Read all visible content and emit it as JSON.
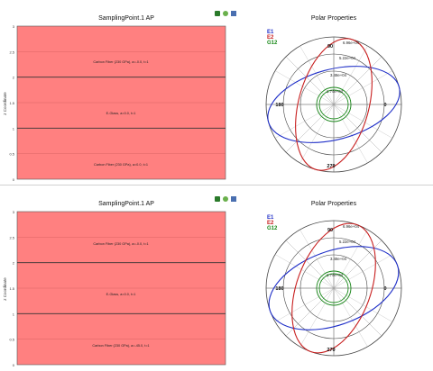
{
  "panels": [
    {
      "layup": {
        "title": "SamplingPoint.1 AP",
        "ylabel": "z Coordinate",
        "yticks": [
          "3",
          "2.5",
          "2",
          "1.5",
          "1",
          "0.5",
          "0"
        ],
        "layers": [
          {
            "label": "Carbon Fiber (230 GPa), a=-0.0, t=1",
            "z0": 2,
            "z1": 3
          },
          {
            "label": "E-Glass, a=0.0, t=1",
            "z0": 1,
            "z1": 2
          },
          {
            "label": "Carbon Fiber (230 GPa), a=0.0, t=1",
            "z0": 0,
            "z1": 1
          }
        ]
      },
      "polar": {
        "title": "Polar Properties",
        "legend": [
          {
            "name": "E1",
            "color": "#1f2fc8"
          },
          {
            "name": "E2",
            "color": "#c81f1f"
          },
          {
            "name": "G12",
            "color": "#1a8a1a"
          }
        ],
        "ring_labels": [
          "6.96e+04",
          "5.22e+04",
          "3.48e+04",
          "1.74e+04"
        ],
        "angle_labels": {
          "top": "90",
          "left": "180",
          "right": "0",
          "bottom": "270"
        }
      }
    },
    {
      "layup": {
        "title": "SamplingPoint.1 AP",
        "ylabel": "z Coordinate",
        "yticks": [
          "3",
          "2.5",
          "2",
          "1.5",
          "1",
          "0.5",
          "0"
        ],
        "layers": [
          {
            "label": "Carbon Fiber (230 GPa), a=-0.0, t=1",
            "z0": 2,
            "z1": 3
          },
          {
            "label": "E-Glass, a=0.0, t=1",
            "z0": 1,
            "z1": 2
          },
          {
            "label": "Carbon Fiber (230 GPa), a=-45.0, t=1",
            "z0": 0,
            "z1": 1
          }
        ]
      },
      "polar": {
        "title": "Polar Properties",
        "legend": [
          {
            "name": "E1",
            "color": "#1f2fc8"
          },
          {
            "name": "E2",
            "color": "#c81f1f"
          },
          {
            "name": "G12",
            "color": "#1a8a1a"
          }
        ],
        "ring_labels": [
          "6.96e+04",
          "5.22e+04",
          "3.48e+04",
          "1.74e+04"
        ],
        "angle_labels": {
          "top": "90",
          "left": "180",
          "right": "0",
          "bottom": "270"
        }
      }
    }
  ],
  "chart_data": [
    {
      "type": "bar",
      "title": "SamplingPoint.1 AP",
      "ylabel": "z Coordinate",
      "ylim": [
        0,
        3
      ],
      "categories": [
        "Carbon Fiber (230 GPa), a=-0.0, t=1",
        "E-Glass, a=0.0, t=1",
        "Carbon Fiber (230 GPa), a=0.0, t=1"
      ],
      "values": [
        1,
        1,
        1
      ]
    },
    {
      "type": "line",
      "title": "Polar Properties",
      "rlim": [
        0,
        69600
      ],
      "series": [
        {
          "name": "E1",
          "shape": "ellipse",
          "max": 69600,
          "min": 36000,
          "major_angle_deg": 165
        },
        {
          "name": "E2",
          "shape": "ellipse",
          "max": 69600,
          "min": 36000,
          "major_angle_deg": 75
        },
        {
          "name": "G12",
          "shape": "circle",
          "value": 17400
        }
      ]
    },
    {
      "type": "bar",
      "title": "SamplingPoint.1 AP",
      "ylabel": "z Coordinate",
      "ylim": [
        0,
        3
      ],
      "categories": [
        "Carbon Fiber (230 GPa), a=-0.0, t=1",
        "E-Glass, a=0.0, t=1",
        "Carbon Fiber (230 GPa), a=-45.0, t=1"
      ],
      "values": [
        1,
        1,
        1
      ]
    },
    {
      "type": "line",
      "title": "Polar Properties",
      "rlim": [
        0,
        69600
      ],
      "series": [
        {
          "name": "E1",
          "shape": "ellipse",
          "max": 69600,
          "min": 38000,
          "major_angle_deg": 160
        },
        {
          "name": "E2",
          "shape": "ellipse",
          "max": 69600,
          "min": 38000,
          "major_angle_deg": 70
        },
        {
          "name": "G12",
          "shape": "circle",
          "value": 17400
        }
      ]
    }
  ]
}
